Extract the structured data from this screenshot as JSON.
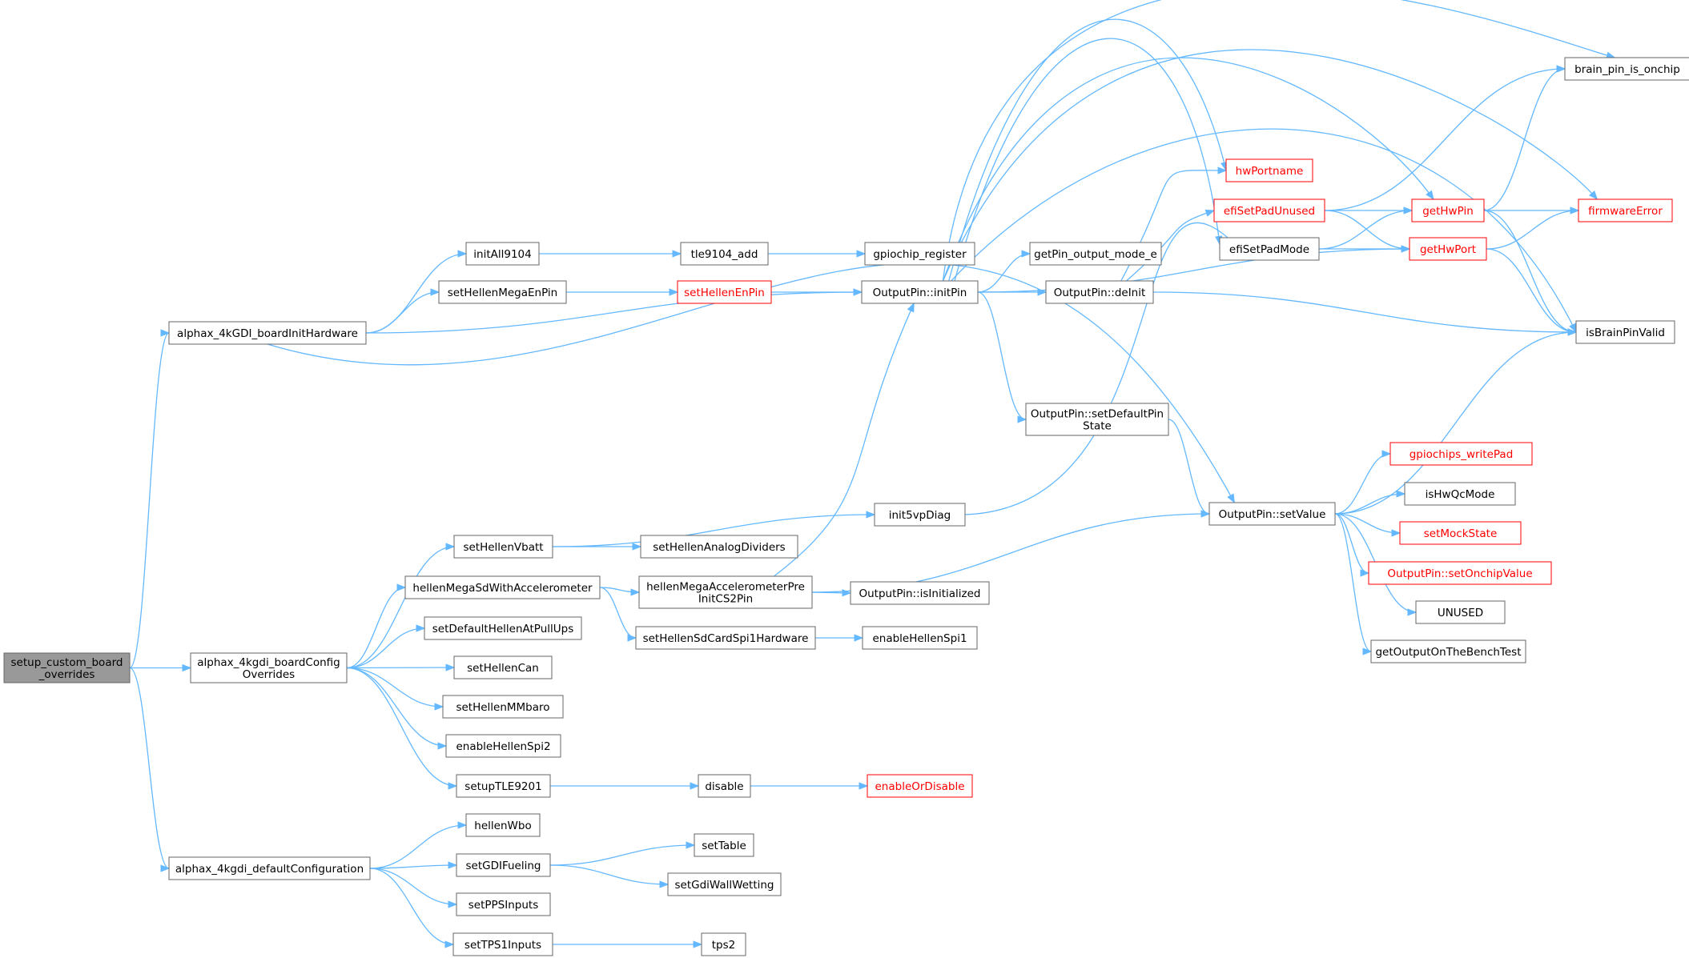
{
  "graph": {
    "colors": {
      "edge": "#63b8ff",
      "border": "#666666",
      "incomplete": "#ff0000",
      "root_fill": "#999999"
    },
    "nodes": [
      {
        "id": "setup",
        "lines": [
          "setup_custom_board",
          "_overrides"
        ],
        "style": "root"
      },
      {
        "id": "initHw",
        "lines": [
          "alphax_4kGDI_boardInitHardware"
        ]
      },
      {
        "id": "cfgOv",
        "lines": [
          "alphax_4kgdi_boardConfig",
          "Overrides"
        ]
      },
      {
        "id": "defCfg",
        "lines": [
          "alphax_4kgdi_defaultConfiguration"
        ]
      },
      {
        "id": "initAll9104",
        "lines": [
          "initAll9104"
        ]
      },
      {
        "id": "setHellenMegaEnPin",
        "lines": [
          "setHellenMegaEnPin"
        ]
      },
      {
        "id": "tle9104add",
        "lines": [
          "tle9104_add"
        ]
      },
      {
        "id": "setHellenEnPin",
        "lines": [
          "setHellenEnPin"
        ],
        "style": "red"
      },
      {
        "id": "gpiochipReg",
        "lines": [
          "gpiochip_register"
        ]
      },
      {
        "id": "initPin",
        "lines": [
          "OutputPin::initPin"
        ]
      },
      {
        "id": "getPinMode",
        "lines": [
          "getPin_output_mode_e"
        ]
      },
      {
        "id": "deInit",
        "lines": [
          "OutputPin::deInit"
        ]
      },
      {
        "id": "setDefPin",
        "lines": [
          "OutputPin::setDefaultPin",
          "State"
        ]
      },
      {
        "id": "hwPortname",
        "lines": [
          "hwPortname"
        ],
        "style": "red"
      },
      {
        "id": "efiSetPadUnused",
        "lines": [
          "efiSetPadUnused"
        ],
        "style": "red"
      },
      {
        "id": "efiSetPadMode",
        "lines": [
          "efiSetPadMode"
        ]
      },
      {
        "id": "getHwPin",
        "lines": [
          "getHwPin"
        ],
        "style": "red"
      },
      {
        "id": "getHwPort",
        "lines": [
          "getHwPort"
        ],
        "style": "red"
      },
      {
        "id": "brainOnchip",
        "lines": [
          "brain_pin_is_onchip"
        ]
      },
      {
        "id": "firmwareError",
        "lines": [
          "firmwareError"
        ],
        "style": "red"
      },
      {
        "id": "isBrainPinValid",
        "lines": [
          "isBrainPinValid"
        ]
      },
      {
        "id": "setValue",
        "lines": [
          "OutputPin::setValue"
        ]
      },
      {
        "id": "gpiochipsWrite",
        "lines": [
          "gpiochips_writePad"
        ],
        "style": "red"
      },
      {
        "id": "isHwQcMode",
        "lines": [
          "isHwQcMode"
        ]
      },
      {
        "id": "setMockState",
        "lines": [
          "setMockState"
        ],
        "style": "red"
      },
      {
        "id": "setOnchipValue",
        "lines": [
          "OutputPin::setOnchipValue"
        ],
        "style": "red"
      },
      {
        "id": "unused",
        "lines": [
          "UNUSED"
        ]
      },
      {
        "id": "getOutBench",
        "lines": [
          "getOutputOnTheBenchTest"
        ]
      },
      {
        "id": "setHellenVbatt",
        "lines": [
          "setHellenVbatt"
        ]
      },
      {
        "id": "init5vpDiag",
        "lines": [
          "init5vpDiag"
        ]
      },
      {
        "id": "setHellenAnalogDividers",
        "lines": [
          "setHellenAnalogDividers"
        ]
      },
      {
        "id": "hellenMegaSd",
        "lines": [
          "hellenMegaSdWithAccelerometer"
        ]
      },
      {
        "id": "hellenMegaAccel",
        "lines": [
          "hellenMegaAccelerometerPre",
          "InitCS2Pin"
        ]
      },
      {
        "id": "isInitialized",
        "lines": [
          "OutputPin::isInitialized"
        ]
      },
      {
        "id": "setHellenSdCard",
        "lines": [
          "setHellenSdCardSpi1Hardware"
        ]
      },
      {
        "id": "enableHellenSpi1",
        "lines": [
          "enableHellenSpi1"
        ]
      },
      {
        "id": "setDefaultHellenAtPullUps",
        "lines": [
          "setDefaultHellenAtPullUps"
        ]
      },
      {
        "id": "setHellenCan",
        "lines": [
          "setHellenCan"
        ]
      },
      {
        "id": "setHellenMMbaro",
        "lines": [
          "setHellenMMbaro"
        ]
      },
      {
        "id": "enableHellenSpi2",
        "lines": [
          "enableHellenSpi2"
        ]
      },
      {
        "id": "setupTLE9201",
        "lines": [
          "setupTLE9201"
        ]
      },
      {
        "id": "disable",
        "lines": [
          "disable"
        ]
      },
      {
        "id": "enableOrDisable",
        "lines": [
          "enableOrDisable"
        ],
        "style": "red"
      },
      {
        "id": "hellenWbo",
        "lines": [
          "hellenWbo"
        ]
      },
      {
        "id": "setGDIFueling",
        "lines": [
          "setGDIFueling"
        ]
      },
      {
        "id": "setTable",
        "lines": [
          "setTable"
        ]
      },
      {
        "id": "setGdiWallWetting",
        "lines": [
          "setGdiWallWetting"
        ]
      },
      {
        "id": "setPPSInputs",
        "lines": [
          "setPPSInputs"
        ]
      },
      {
        "id": "setTPS1Inputs",
        "lines": [
          "setTPS1Inputs"
        ]
      },
      {
        "id": "tps2",
        "lines": [
          "tps2"
        ]
      }
    ],
    "edges": [
      [
        "setup",
        "initHw"
      ],
      [
        "setup",
        "cfgOv"
      ],
      [
        "setup",
        "defCfg"
      ],
      [
        "initHw",
        "initAll9104"
      ],
      [
        "initHw",
        "setHellenMegaEnPin"
      ],
      [
        "initHw",
        "initPin"
      ],
      [
        "initHw",
        "setValue"
      ],
      [
        "initAll9104",
        "tle9104add"
      ],
      [
        "tle9104add",
        "gpiochipReg"
      ],
      [
        "setHellenMegaEnPin",
        "setHellenEnPin"
      ],
      [
        "setHellenEnPin",
        "initPin"
      ],
      [
        "initPin",
        "brainOnchip"
      ],
      [
        "initPin",
        "firmwareError"
      ],
      [
        "initPin",
        "getHwPin"
      ],
      [
        "initPin",
        "hwPortname"
      ],
      [
        "initPin",
        "efiSetPadMode"
      ],
      [
        "initPin",
        "getPinMode"
      ],
      [
        "initPin",
        "deInit"
      ],
      [
        "initPin",
        "getHwPort"
      ],
      [
        "initPin",
        "isBrainPinValid"
      ],
      [
        "initPin",
        "setDefPin"
      ],
      [
        "deInit",
        "hwPortname"
      ],
      [
        "deInit",
        "efiSetPadUnused"
      ],
      [
        "deInit",
        "isBrainPinValid"
      ],
      [
        "efiSetPadUnused",
        "brainOnchip"
      ],
      [
        "efiSetPadUnused",
        "getHwPin"
      ],
      [
        "efiSetPadUnused",
        "getHwPort"
      ],
      [
        "efiSetPadMode",
        "getHwPin"
      ],
      [
        "efiSetPadMode",
        "getHwPort"
      ],
      [
        "getHwPin",
        "brainOnchip"
      ],
      [
        "getHwPin",
        "firmwareError"
      ],
      [
        "getHwPin",
        "isBrainPinValid"
      ],
      [
        "getHwPort",
        "firmwareError"
      ],
      [
        "getHwPort",
        "isBrainPinValid"
      ],
      [
        "setDefPin",
        "setValue"
      ],
      [
        "setValue",
        "isBrainPinValid"
      ],
      [
        "setValue",
        "gpiochipsWrite"
      ],
      [
        "setValue",
        "isHwQcMode"
      ],
      [
        "setValue",
        "setMockState"
      ],
      [
        "setValue",
        "setOnchipValue"
      ],
      [
        "setValue",
        "unused"
      ],
      [
        "setValue",
        "getOutBench"
      ],
      [
        "cfgOv",
        "setHellenVbatt"
      ],
      [
        "cfgOv",
        "hellenMegaSd"
      ],
      [
        "cfgOv",
        "setDefaultHellenAtPullUps"
      ],
      [
        "cfgOv",
        "setHellenCan"
      ],
      [
        "cfgOv",
        "setHellenMMbaro"
      ],
      [
        "cfgOv",
        "enableHellenSpi2"
      ],
      [
        "cfgOv",
        "setupTLE9201"
      ],
      [
        "setHellenVbatt",
        "init5vpDiag"
      ],
      [
        "setHellenVbatt",
        "setHellenAnalogDividers"
      ],
      [
        "init5vpDiag",
        "efiSetPadMode"
      ],
      [
        "hellenMegaSd",
        "hellenMegaAccel"
      ],
      [
        "hellenMegaSd",
        "setHellenSdCard"
      ],
      [
        "hellenMegaAccel",
        "initPin"
      ],
      [
        "hellenMegaAccel",
        "isInitialized"
      ],
      [
        "hellenMegaAccel",
        "setValue"
      ],
      [
        "setHellenSdCard",
        "enableHellenSpi1"
      ],
      [
        "setupTLE9201",
        "disable"
      ],
      [
        "disable",
        "enableOrDisable"
      ],
      [
        "defCfg",
        "hellenWbo"
      ],
      [
        "defCfg",
        "setGDIFueling"
      ],
      [
        "defCfg",
        "setPPSInputs"
      ],
      [
        "defCfg",
        "setTPS1Inputs"
      ],
      [
        "setGDIFueling",
        "setTable"
      ],
      [
        "setGDIFueling",
        "setGdiWallWetting"
      ],
      [
        "setTPS1Inputs",
        "tps2"
      ]
    ]
  }
}
